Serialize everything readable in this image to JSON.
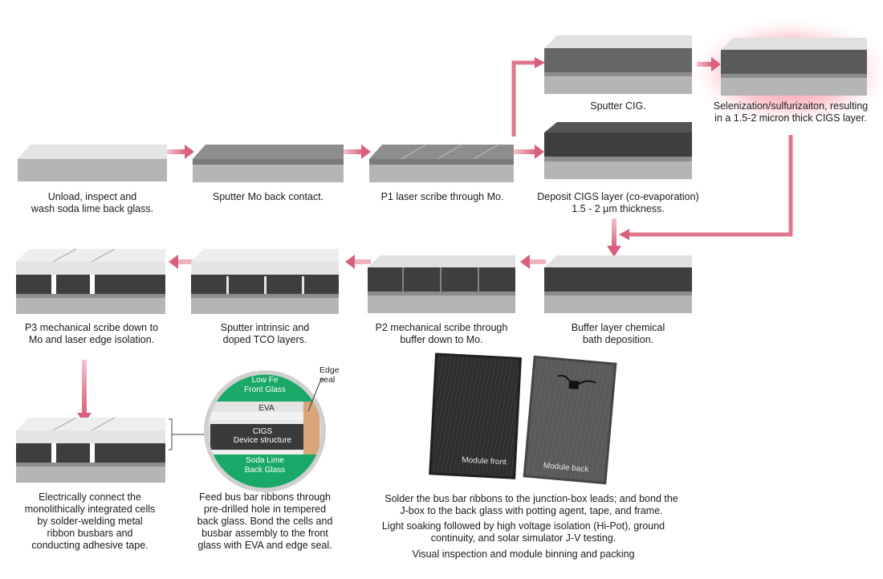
{
  "steps": {
    "s1": "Unload, inspect and\nwash soda lime back glass.",
    "s2": "Sputter Mo back contact.",
    "s3": "P1 laser scribe through Mo.",
    "s4": "Deposit CIGS layer (co-evaporation)\n1.5 - 2 µm thickness.",
    "s5": "Sputter CIG.",
    "s6": "Selenization/sulfurizaiton, resulting\nin a 1.5-2 micron thick CIGS layer.",
    "s7": "Buffer layer chemical\nbath deposition.",
    "s8": "P2 mechanical scribe through\nbuffer down to Mo.",
    "s9": "Sputter intrinsic and\ndoped TCO layers.",
    "s10": "P3 mechanical scribe down to\nMo and laser edge isolation.",
    "s11": "Electrically connect the\nmonolithically integrated cells\nby solder-welding metal\nribbon busbars and\nconducting adhesive tape.",
    "s12": "Feed bus bar ribbons through\npre-drilled hole in tempered\nback glass. Bond the cells and\nbusbar assembly to the front\nglass with EVA and edge seal."
  },
  "cross_section": {
    "front_glass": "Low Fe\nFront Glass",
    "eva": "EVA",
    "cigs": "CIGS\nDevice structure",
    "back_glass": "Soda Lime\nBack Glass",
    "edge_seal": "Edge\nseal"
  },
  "modules": {
    "front_label": "Module front",
    "back_label": "Module back"
  },
  "final": {
    "p1": "Solder the bus bar ribbons to the junction-box leads; and bond the\nJ-box to the back glass with potting agent, tape, and frame.",
    "p2": "Light soaking followed by high voltage isolation (Hi-Pot), ground\ncontinuity, and solar simulator J-V testing.",
    "p3": "Visual inspection and module binning and packing"
  },
  "colors": {
    "arrow": "#d9607a",
    "glass_top": "#e4e4e4",
    "glass_side": "#b5b5b5",
    "mo": "#8d8d8d",
    "cigs": "#3e3e3e",
    "highlight": "#ff4a68",
    "green": "#1aa866"
  }
}
